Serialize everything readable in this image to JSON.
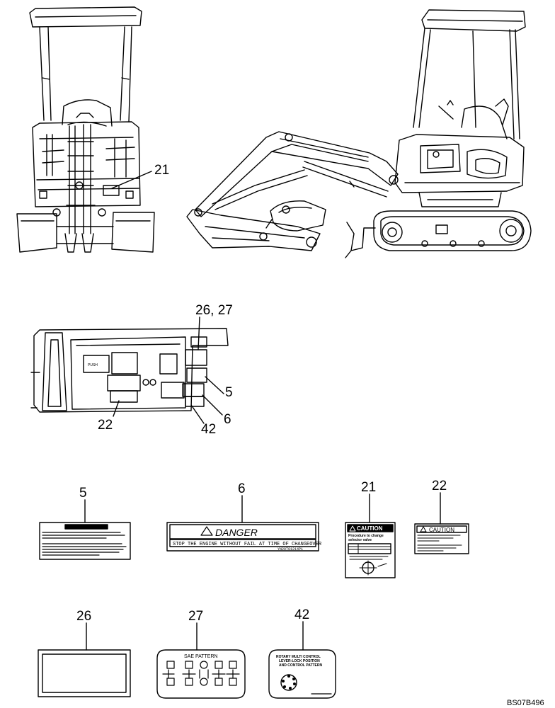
{
  "callouts": {
    "c21_top": "21",
    "c26_27": "26, 27",
    "c5": "5",
    "c6": "6",
    "c22": "22",
    "c42": "42",
    "c5_decal": "5",
    "c6_decal": "6",
    "c21_decal": "21",
    "c22_decal": "22",
    "c26_decal": "26",
    "c27_decal": "27",
    "c42_decal": "42"
  },
  "decals": {
    "danger": {
      "title": "DANGER",
      "text": "STOP THE ENGINE WITHOUT FAIL AT TIME OF CHANGEOVER",
      "code": "YN20T01214P1"
    },
    "caution21": {
      "title": "CAUTION",
      "line1": "Procedure to change",
      "line2": "selector valve"
    },
    "caution22": {
      "title": "CAUTION"
    },
    "sae": {
      "title": "SAE  PATTERN"
    },
    "rotary": {
      "line1": "ROTARY MULTI CONTROL",
      "line2": "LEVER-LOCK POSITION",
      "line3": "AND CONTROL PATTERN"
    },
    "panel_label": "PUSH"
  },
  "reference_code": "BS07B496"
}
